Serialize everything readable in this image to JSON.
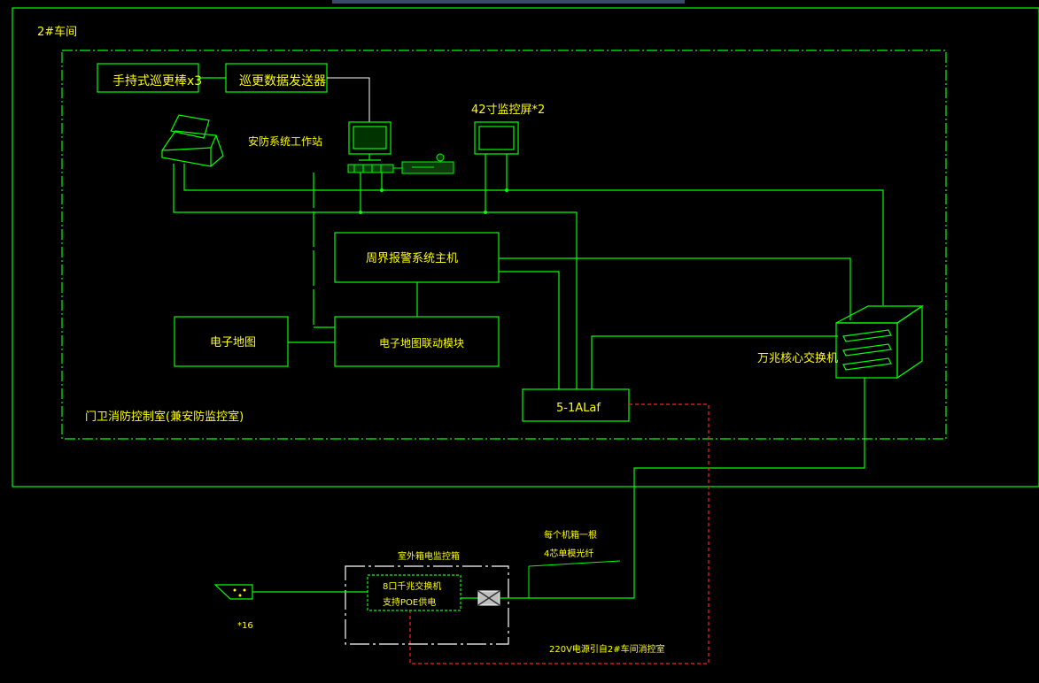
{
  "workshop": "2#车间",
  "room": "门卫消防控制室(兼安防监控室)",
  "patrol_stick": "手持式巡更棒x3",
  "patrol_sender": "巡更数据发送器",
  "workstation": "安防系统工作站",
  "monitor_label": "42寸监控屏*2",
  "perimeter_host": "周界报警系统主机",
  "emap": "电子地图",
  "emap_module": "电子地图联动模块",
  "odf": "5-1ALaf",
  "core_switch": "万兆核心交换机",
  "outdoor_box": "室外箱电监控箱",
  "poe_switch_line1": "8口千兆交换机",
  "poe_switch_line2": "支持POE供电",
  "fiber_line1": "每个机箱一根",
  "fiber_line2": "4芯单模光纤",
  "camera_count": "*16",
  "power_note": "220V电源引自2#车间消控室",
  "colors": {
    "line": "#00ff00",
    "text": "#ffff00",
    "power": "#ff2020",
    "box": "#ffffff"
  }
}
